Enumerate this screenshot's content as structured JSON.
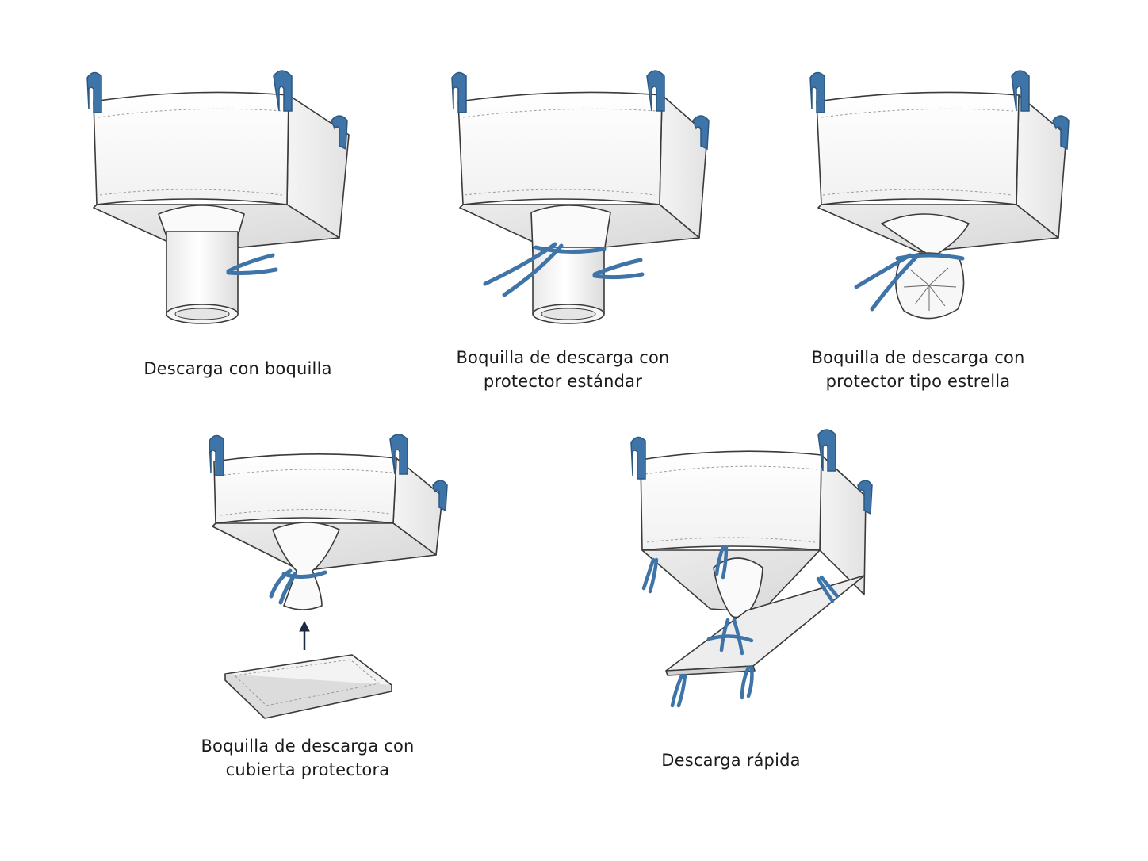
{
  "colors": {
    "strap": "#3e74a8",
    "strap_dark": "#2b5880",
    "fabric": "#fbfbfb",
    "fabric_shade": "#e6e6e6",
    "outline": "#3a3a3a",
    "caption_text": "#1b1b1b",
    "arrow": "#1c2a44"
  },
  "panels": [
    {
      "id": "spout-discharge",
      "caption_lines": [
        "Descarga con boquilla"
      ]
    },
    {
      "id": "spout-standard-protector",
      "caption_lines": [
        "Boquilla de descarga con",
        "protector estándar"
      ]
    },
    {
      "id": "spout-star-protector",
      "caption_lines": [
        "Boquilla de descarga con",
        "protector tipo estrella"
      ]
    },
    {
      "id": "spout-protective-cover",
      "caption_lines": [
        "Boquilla de descarga con",
        "cubierta protectora"
      ]
    },
    {
      "id": "quick-discharge",
      "caption_lines": [
        "Descarga rápida"
      ]
    }
  ]
}
